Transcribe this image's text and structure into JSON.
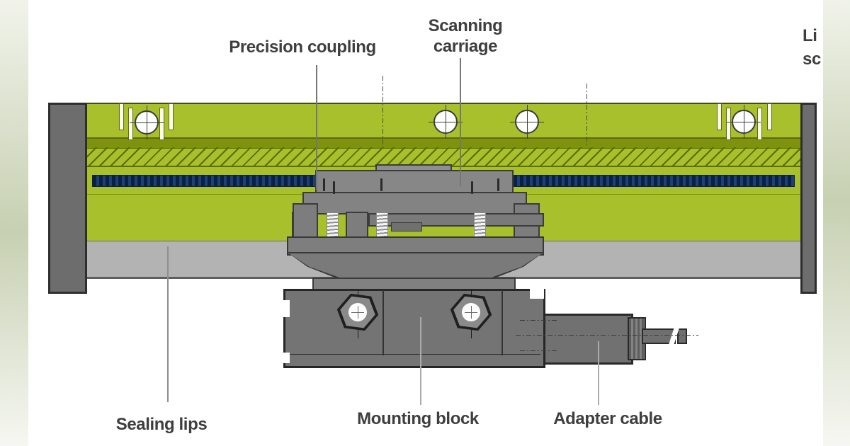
{
  "diagram": {
    "subject": "sealed linear encoder cross-section"
  },
  "labels": {
    "precision_coupling": "Precision coupling",
    "scanning_carriage_line1": "Scanning",
    "scanning_carriage_line2": "carriage",
    "linear_scale_partial_line1": "Li",
    "linear_scale_partial_line2": "sc",
    "sealing_lips": "Sealing lips",
    "mounting_block": "Mounting block",
    "adapter_cable": "Adapter cable"
  },
  "colors": {
    "bg": "#ffffff",
    "housing_green": "#a7c02c",
    "housing_olive": "#7e920e",
    "hatch_line": "#5c6c06",
    "scale_blue": "#1d4075",
    "scale_tick": "#0b2144",
    "seal_gray": "#b3b3b3",
    "cap_gray": "#6d6d6d",
    "carriage_gray": "#828282",
    "block_gray": "#747474",
    "label_text": "#3e3e3e",
    "leader_gray": "#8f8f8f",
    "side_strip_light": "#f1f3ea",
    "side_strip_dark": "#c7d0b2"
  }
}
